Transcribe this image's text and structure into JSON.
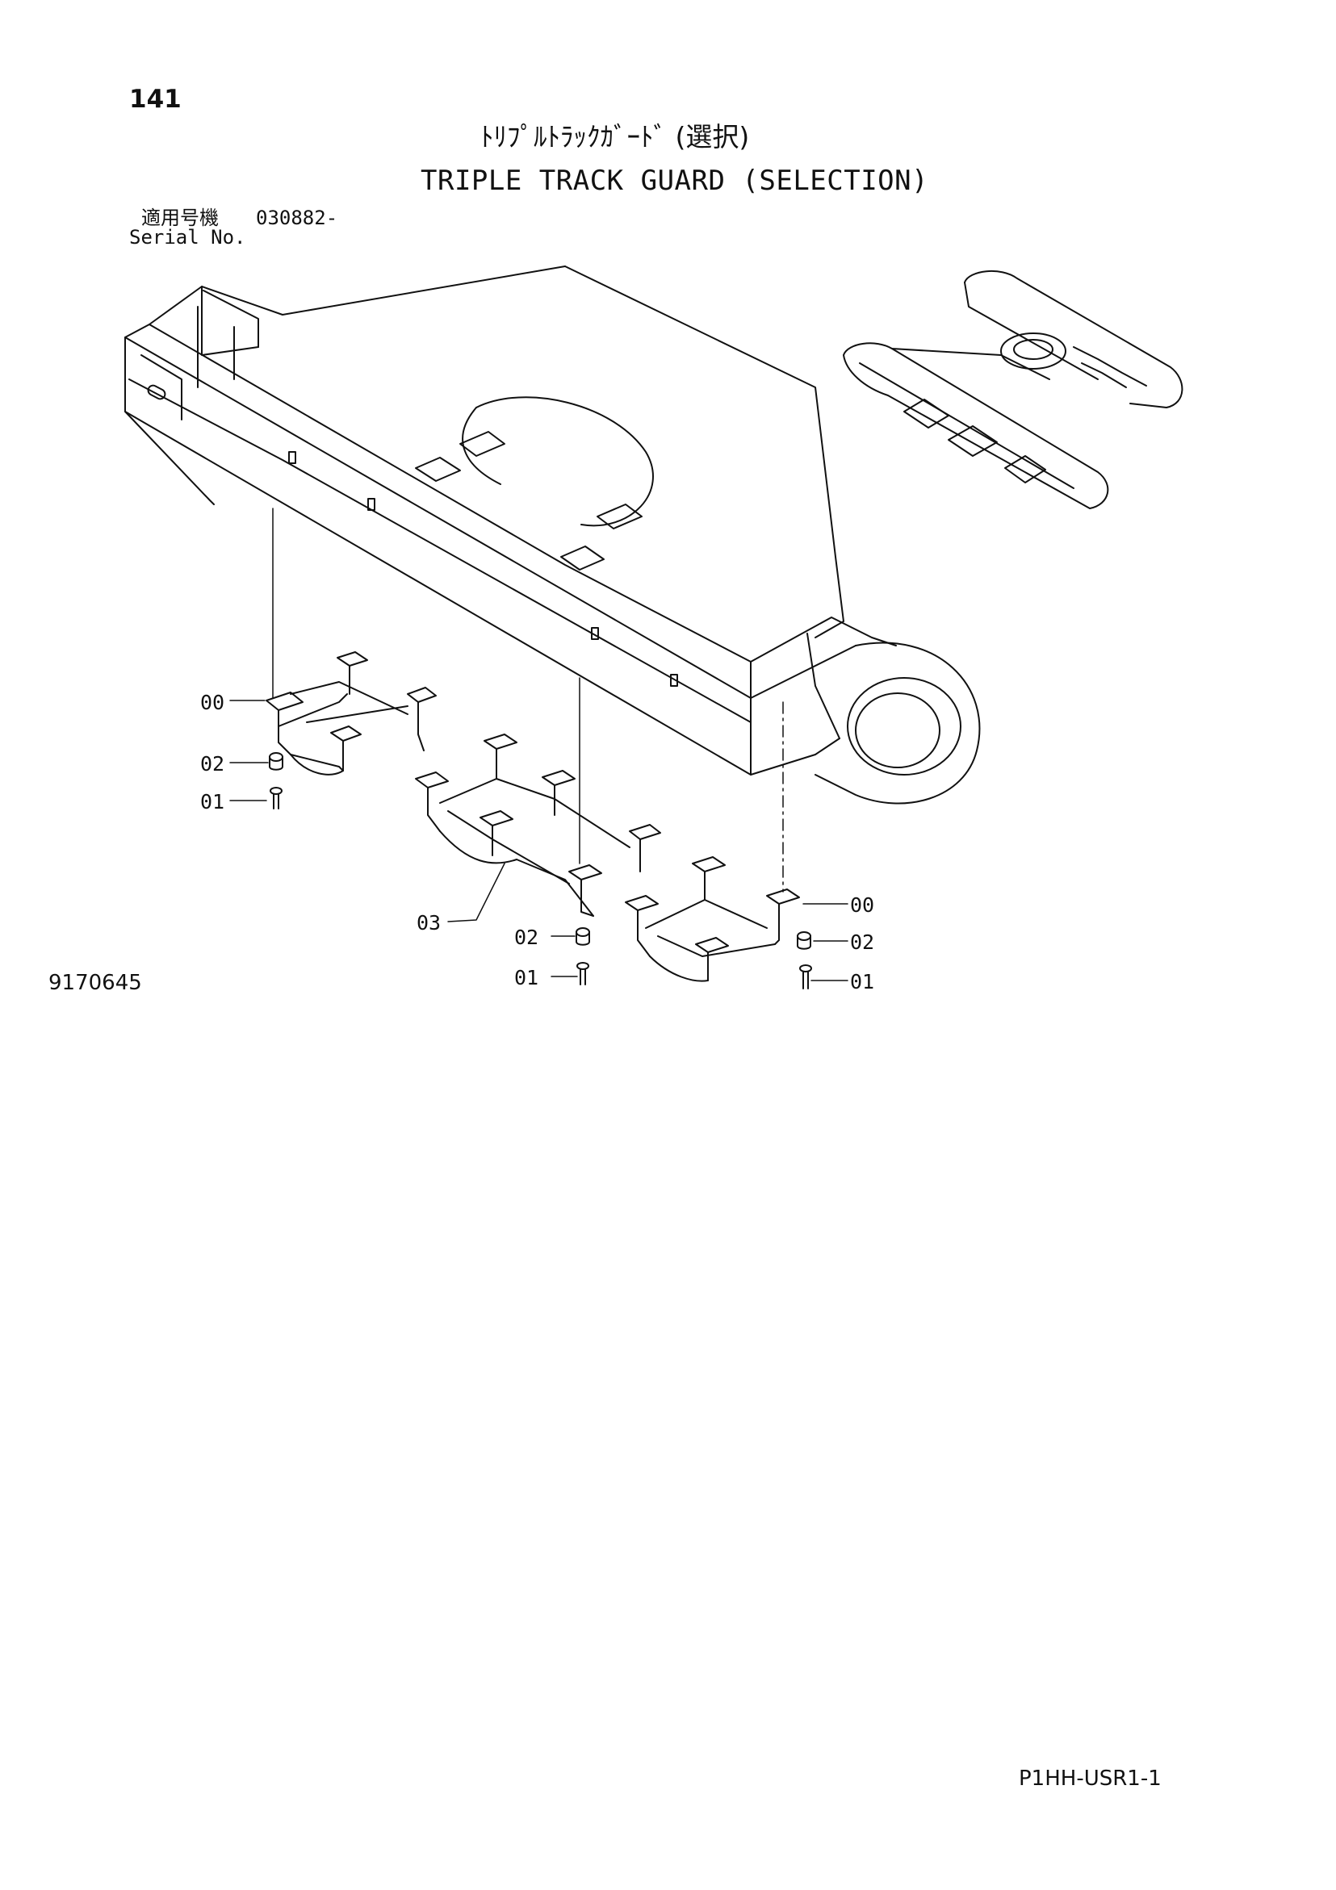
{
  "page": {
    "page_number": "141",
    "title_jp": "ﾄﾘﾌﾟﾙﾄﾗｯｸｶﾞｰﾄﾞ (選択)",
    "title_en": "TRIPLE TRACK GUARD (SELECTION)",
    "serial_label_jp": "適用号機",
    "serial_number": "030882-",
    "serial_label_en": "Serial No.",
    "figure_id": "9170645",
    "footer_code": "P1HH-USR1-1"
  },
  "diagram": {
    "part_callouts": [
      {
        "label": "00"
      },
      {
        "label": "02"
      },
      {
        "label": "01"
      },
      {
        "label": "03"
      },
      {
        "label": "02"
      },
      {
        "label": "01"
      },
      {
        "label": "00"
      },
      {
        "label": "02"
      },
      {
        "label": "01"
      }
    ]
  }
}
